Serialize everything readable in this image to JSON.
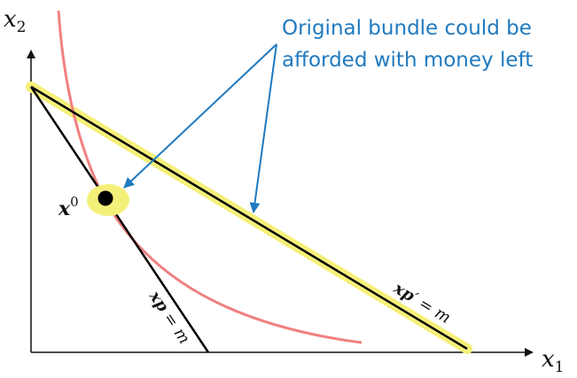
{
  "axes": {
    "x_label": "x",
    "x_sub": "1",
    "y_label": "x",
    "y_sub": "2"
  },
  "point": {
    "label": "x",
    "superscript": "0"
  },
  "budget_original": {
    "label_bold": "xp",
    "label_rest": " = m"
  },
  "budget_new": {
    "label_bold": "xp",
    "label_prime": "′",
    "label_rest": " = m"
  },
  "annotation": {
    "line1": "Original bundle could be",
    "line2": "afforded with money left"
  },
  "colors": {
    "axis": "#111111",
    "budget_lines": "#000000",
    "highlight": "#f5f07a",
    "indifference_curve": "#f08080",
    "annotation": "#1f7ac0"
  }
}
